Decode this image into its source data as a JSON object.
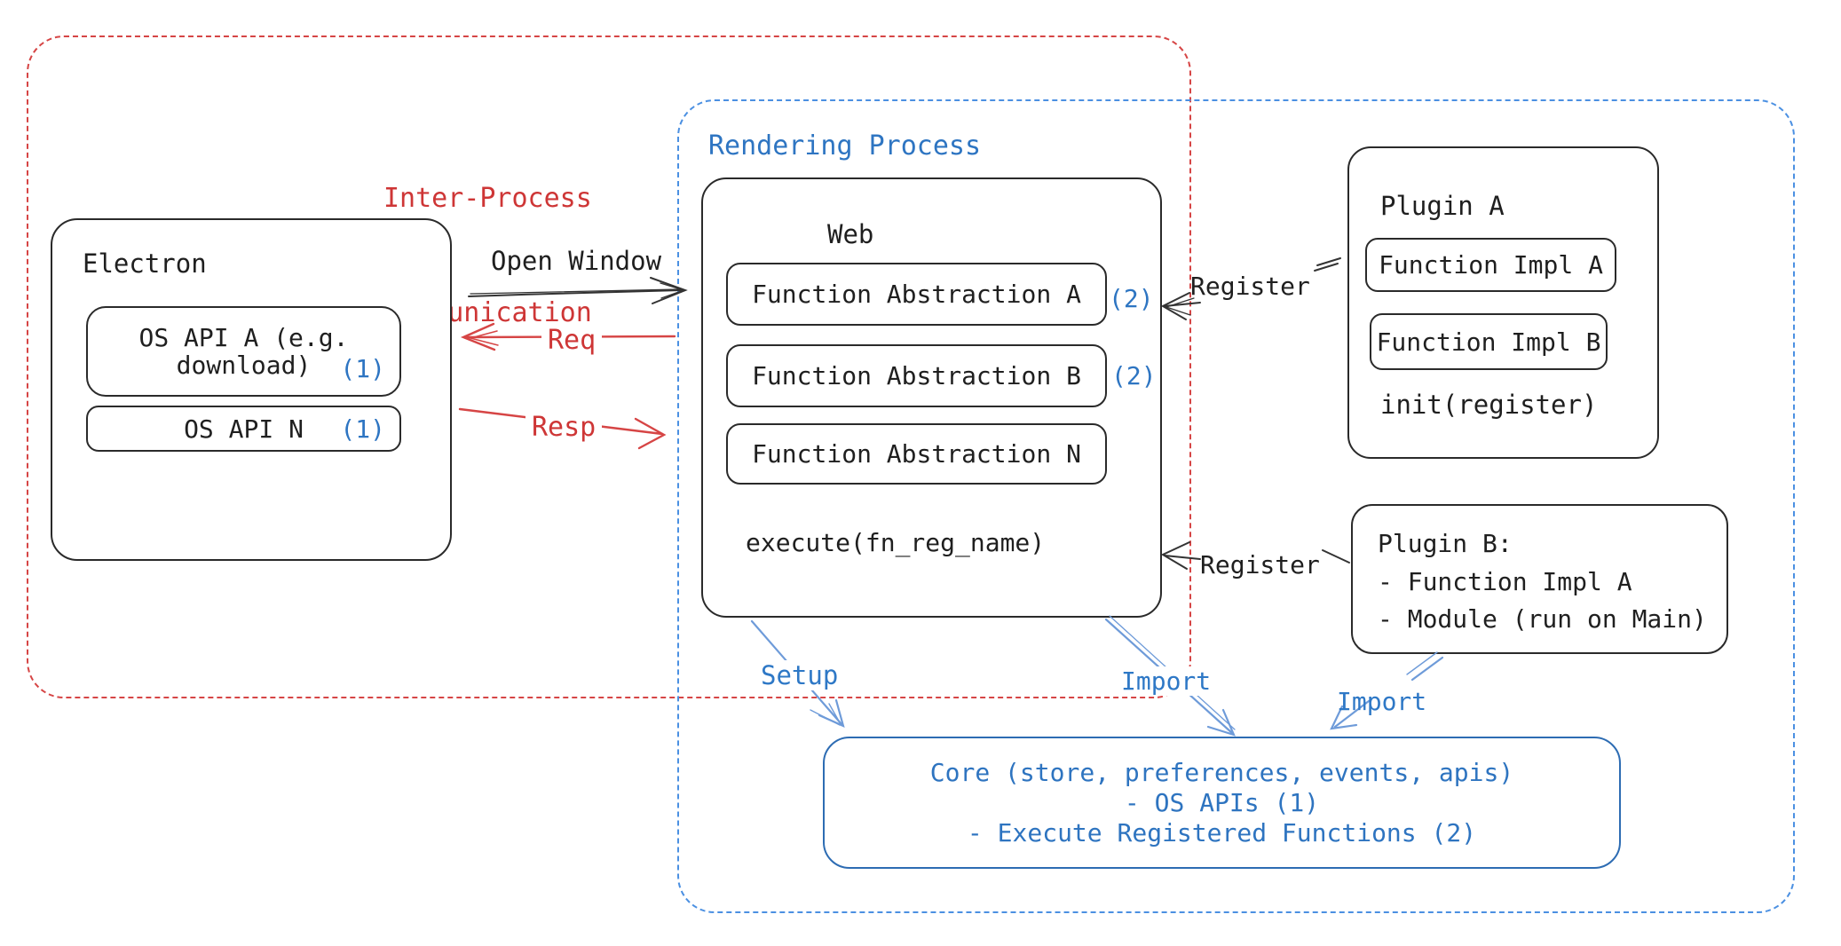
{
  "colors": {
    "red": "#d64545",
    "red_text": "#ce3636",
    "blue_dash": "#4b90e2",
    "blue_text": "#2e75c2",
    "blue_arrow": "#6e9bd9",
    "black": "#1f1f1f"
  },
  "ipc_region": {
    "label_line1": "Inter-Process",
    "label_line2": "Communication"
  },
  "rendering_region": {
    "label": "Rendering Process"
  },
  "electron": {
    "title": "Electron",
    "os_api_a_line1": "OS API A (e.g.",
    "os_api_a_line2": "download)",
    "os_api_a_badge": "(1)",
    "os_api_n": "OS API N",
    "os_api_n_badge": "(1)"
  },
  "web": {
    "title": "Web",
    "fa_a": "Function Abstraction A",
    "fa_a_badge": "(2)",
    "fa_b": "Function Abstraction B",
    "fa_b_badge": "(2)",
    "fa_n": "Function Abstraction N",
    "execute": "execute(fn_reg_name)"
  },
  "plugin_a": {
    "title": "Plugin A",
    "impl_a": "Function Impl A",
    "impl_b": "Function Impl B",
    "init": "init(register)"
  },
  "plugin_b": {
    "line1": "Plugin B:",
    "line2": "- Function Impl A",
    "line3": "- Module (run on Main)"
  },
  "core": {
    "line1": "Core (store, preferences, events, apis)",
    "line2": "- OS APIs (1)",
    "line3": "- Execute Registered Functions (2)"
  },
  "arrows": {
    "open_window": "Open Window",
    "req": "Req",
    "resp": "Resp",
    "register_top": "Register",
    "register_bottom": "Register",
    "setup": "Setup",
    "import_mid": "Import",
    "import_right": "Import"
  }
}
